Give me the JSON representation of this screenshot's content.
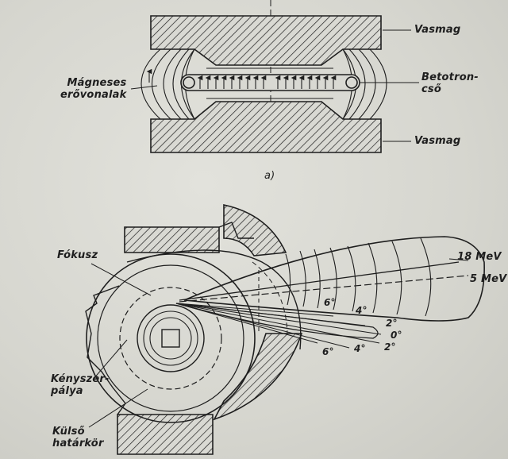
{
  "top_figure": {
    "iron_core_top_label": "Vasmag",
    "iron_core_bottom_label": "Vasmag",
    "field_lines_label": "Mágneses\nerővonalak",
    "tube_label": "Betotron-\ncső",
    "caption": "a)"
  },
  "bottom_figure": {
    "focus_label": "Fókusz",
    "forced_orbit_label": "Kényszer-\npálya",
    "outer_boundary_label": "Külső\nhatárkör",
    "energy_high": "18 MeV",
    "energy_low": "5 MeV",
    "angles_upper": [
      "6°",
      "4°",
      "2°",
      "0°",
      "2°"
    ],
    "angles_lower": [
      "6°",
      "4°"
    ]
  },
  "colors": {
    "ink": "#1e1e1e",
    "paper": "#d9d9d3"
  }
}
